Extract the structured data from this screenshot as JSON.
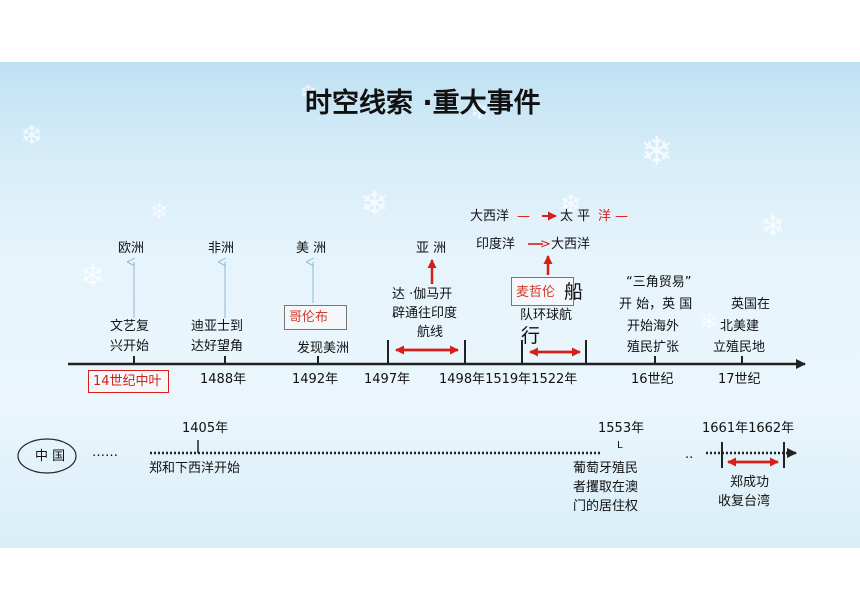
{
  "title": "时空线索 ·重大事件",
  "continents": {
    "europe": "欧洲",
    "africa": "非洲",
    "america": "美 洲",
    "asia": "亚 洲"
  },
  "routes": {
    "r1_a": "大西洋",
    "r1_b": "太 平",
    "r1_c": "洋",
    "r2_a": "印度洋",
    "r2_b": "大西洋"
  },
  "events": {
    "renaissance_1": "文艺复",
    "renaissance_2": "兴开始",
    "dias_1": "迪亚士到",
    "dias_2": "达好望角",
    "columbus": "哥伦布",
    "columbus_event": "发现美洲",
    "gama_1": "达 ·伽马开",
    "gama_2": "辟通往印度",
    "gama_3": "航线",
    "magellan_name": "麦哲伦",
    "magellan_ship": "船",
    "magellan_1": "队环球航",
    "magellan_2": "行",
    "triangle_1": "“三角贸易”",
    "triangle_2": "开 始，英 国",
    "triangle_3": "开始海外",
    "triangle_4": "殖民扩张",
    "england_1": "英国在",
    "england_2": "北美建",
    "england_3": "立殖民地"
  },
  "dates": {
    "d14c": "14世纪中叶",
    "d1488": "1488年",
    "d1492": "1492年",
    "d1497": "1497年",
    "d1498_1519_1522": "1498年1519年1522年",
    "d16c": "16世纪",
    "d17c": "17世纪"
  },
  "china": {
    "label": "中 国",
    "dots": "……",
    "y1405": "1405年",
    "zheng_he": "郑和下西洋开始",
    "y1553": "1553年",
    "mark": "L",
    "portugal_1": "葡萄牙殖民",
    "portugal_2": "者攫取在澳",
    "portugal_3": "门的居住权",
    "dots2": "..",
    "y1661_1662": "1661年1662年",
    "zcg_1": "郑成功",
    "zcg_2": "收复台湾"
  },
  "colors": {
    "accent_red": "#d3201a",
    "axis": "#222222",
    "bg_top": "#bfe1f3",
    "bg_bottom": "#eaf6fc"
  }
}
